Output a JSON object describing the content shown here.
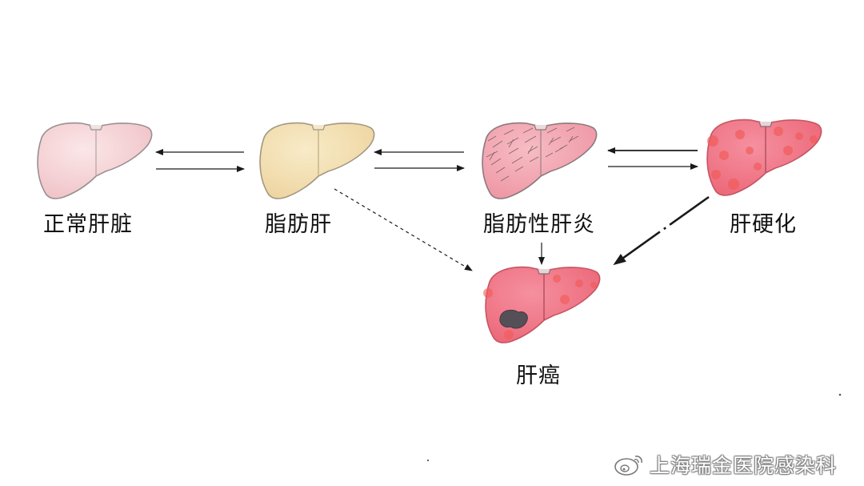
{
  "stages": {
    "normal": "正常肝脏",
    "fatty": "脂肪肝",
    "nash": "脂肪性肝炎",
    "cirrhosis": "肝硬化",
    "cancer": "肝癌"
  },
  "colors": {
    "normal": "#f6d4d6",
    "fatty": "#f3e0b3",
    "nash": "#f4a8b2",
    "cirrhosis": "#f27d8c",
    "cancer": "#f0788a",
    "arrow": "#1a1a1a"
  },
  "icons": {
    "watermark": "weibo-logo-icon"
  },
  "watermark": "上海瑞金医院感染科"
}
